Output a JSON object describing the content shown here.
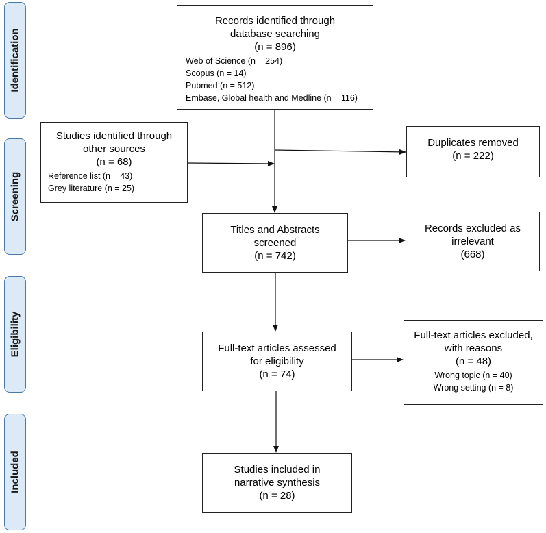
{
  "phases": {
    "identification": "Identification",
    "screening": "Screening",
    "eligibility": "Eligibility",
    "included": "Included"
  },
  "boxes": {
    "database": {
      "title_line1": "Records identified through",
      "title_line2": "database searching",
      "count": "(n = 896)",
      "subs": [
        "Web of Science (n = 254)",
        "Scopus (n = 14)",
        "Pubmed (n = 512)",
        "Embase, Global health and Medline (n = 116)"
      ]
    },
    "other_sources": {
      "title_line1": "Studies identified through",
      "title_line2": "other sources",
      "count": "(n = 68)",
      "subs": [
        "Reference list (n = 43)",
        "Grey literature (n = 25)"
      ]
    },
    "duplicates": {
      "title_line1": "Duplicates removed",
      "count": "(n = 222)"
    },
    "screened": {
      "title_line1": "Titles and Abstracts",
      "title_line2": "screened",
      "count": "(n = 742)"
    },
    "irrelevant": {
      "title_line1": "Records excluded as",
      "title_line2": "irrelevant",
      "count": "(668)"
    },
    "fulltext": {
      "title_line1": "Full-text articles assessed",
      "title_line2": "for eligibility",
      "count": "(n = 74)"
    },
    "excluded": {
      "title_line1": "Full-text articles excluded,",
      "title_line2": "with reasons",
      "count": "(n = 48)",
      "subs": [
        "Wrong topic (n = 40)",
        "Wrong setting (n = 8)"
      ]
    },
    "included": {
      "title_line1": "Studies included in",
      "title_line2": "narrative synthesis",
      "count": "(n = 28)"
    }
  }
}
